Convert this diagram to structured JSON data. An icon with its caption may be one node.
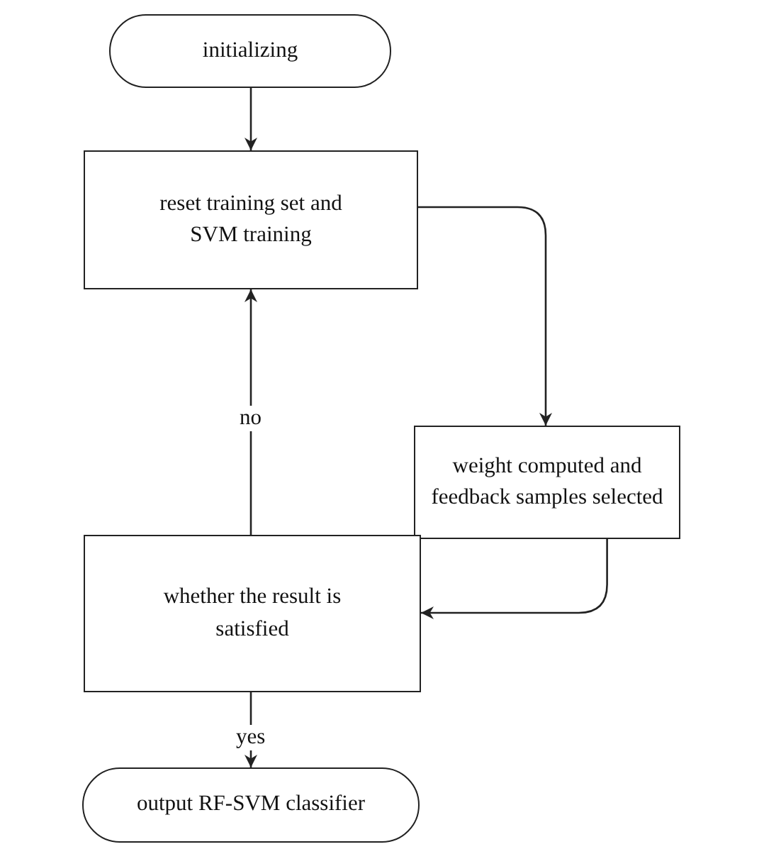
{
  "diagram": {
    "nodes": [
      {
        "text": [
          "initializing"
        ]
      },
      {
        "text": [
          "reset training set and SVM training"
        ]
      },
      {
        "text": [
          "weight computed and feedback samples selected"
        ]
      },
      {
        "text": [
          "whether the result is satisfied"
        ]
      },
      {
        "text": [
          "output RF-SVM classifier"
        ]
      }
    ],
    "edges": [
      {
        "from": 0,
        "to": 1,
        "arrow": "to"
      },
      {
        "from": 1,
        "to": 2,
        "arrow": "to"
      },
      {
        "from": 2,
        "to": 3,
        "arrow": "to"
      },
      {
        "from": 3,
        "to": 1,
        "arrow": "to",
        "label": "no"
      },
      {
        "from": 3,
        "to": 4,
        "arrow": "to",
        "label": "yes"
      }
    ]
  }
}
